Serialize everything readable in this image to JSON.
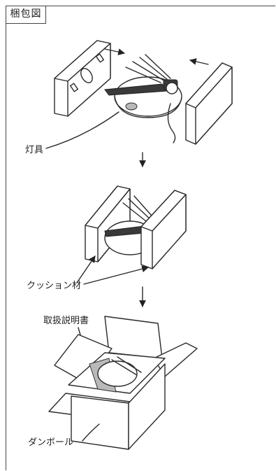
{
  "title": "梱包図",
  "labels": {
    "fixture": "灯具",
    "cushion": "クッション材",
    "manual": "取扱説明書",
    "cardboard": "ダンボール"
  },
  "steps": [
    "灯具",
    "クッション材",
    "ダンボール"
  ],
  "arrow_glyph": "↓"
}
